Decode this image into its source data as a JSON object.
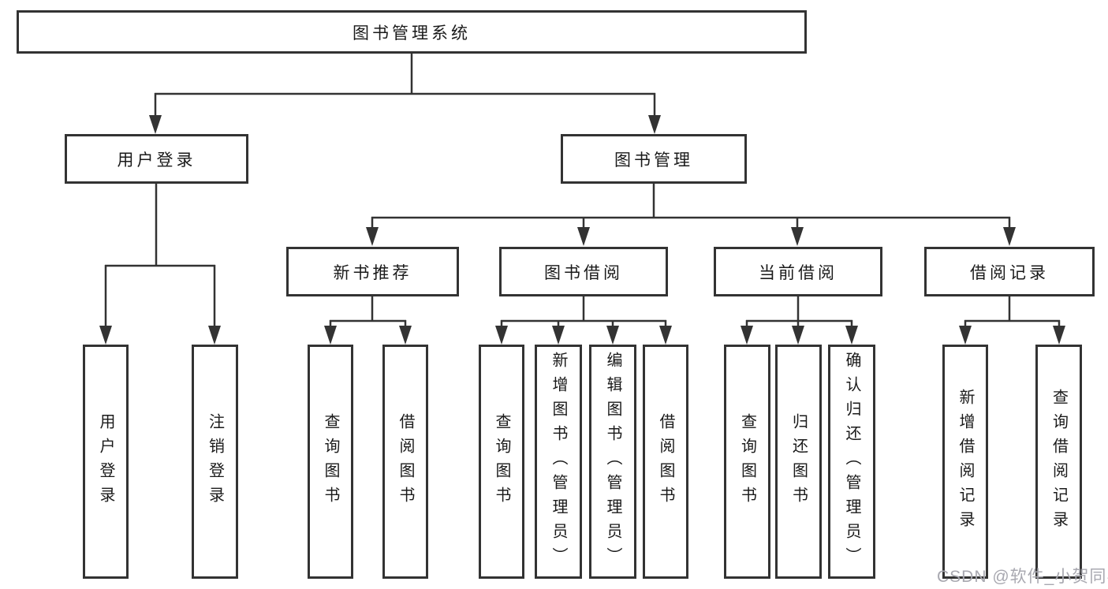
{
  "tree": {
    "root": {
      "label": "图书管理系统"
    },
    "branches": [
      {
        "label": "用户登录",
        "children": [
          {
            "label": "用户登录"
          },
          {
            "label": "注销登录"
          }
        ]
      },
      {
        "label": "图书管理",
        "children": [
          {
            "label": "新书推荐",
            "children": [
              {
                "label": "查询图书"
              },
              {
                "label": "借阅图书"
              }
            ]
          },
          {
            "label": "图书借阅",
            "children": [
              {
                "label": "查询图书"
              },
              {
                "label": "新增图书（管理员）"
              },
              {
                "label": "编辑图书（管理员）"
              },
              {
                "label": "借阅图书"
              }
            ]
          },
          {
            "label": "当前借阅",
            "children": [
              {
                "label": "查询图书"
              },
              {
                "label": "归还图书"
              },
              {
                "label": "确认归还（管理员）"
              }
            ]
          },
          {
            "label": "借阅记录",
            "children": [
              {
                "label": "新增借阅记录"
              },
              {
                "label": "查询借阅记录"
              }
            ]
          }
        ]
      }
    ]
  },
  "watermark": {
    "text": "CSDN @软件_小贺同学"
  },
  "colors": {
    "line": "#333333",
    "box_fill": "#ffffff",
    "text": "#1a1a1a",
    "watermark": "#a8a8b0"
  }
}
